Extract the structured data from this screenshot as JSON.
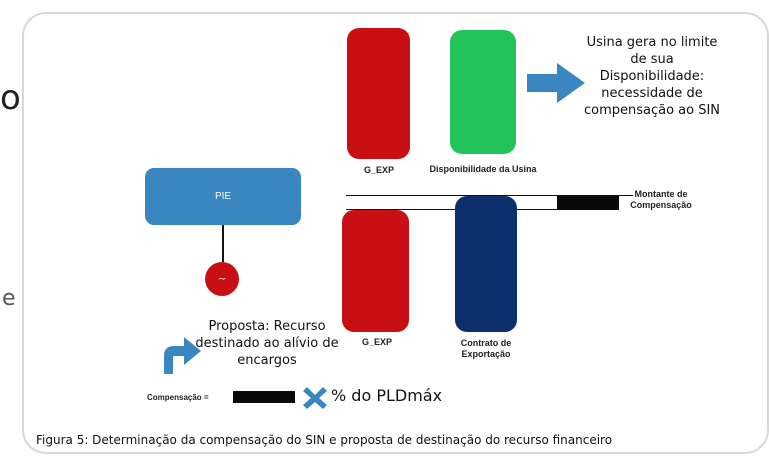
{
  "page_edge": {
    "top_glyph": "o",
    "bottom_glyph": "e"
  },
  "diagram": {
    "top_bars": {
      "g_exp_label": "G_EXP",
      "availability_label": "Disponibilidade da Usina"
    },
    "top_note": "Usina gera no limite de sua Disponibilidade: necessidade de compensação ao SIN",
    "pie_label": "PIE",
    "generator_symbol": "~",
    "lines_label": "Montante de Compensação",
    "bottom_bars": {
      "g_exp_label": "G_EXP",
      "contract_label": "Contrato de Exportação"
    },
    "proposal_note": "Proposta: Recurso destinado ao alívio de encargos",
    "formula": {
      "left": "Compensação =",
      "right": "% do PLDmáx"
    },
    "caption": "Figura 5: Determinação da compensação do SIN e proposta de destinação do recurso financeiro"
  },
  "colors": {
    "red": "#c81014",
    "green": "#22c45a",
    "blue": "#3a86c0",
    "navy": "#0e2f6e",
    "generator_red": "#c81014"
  }
}
